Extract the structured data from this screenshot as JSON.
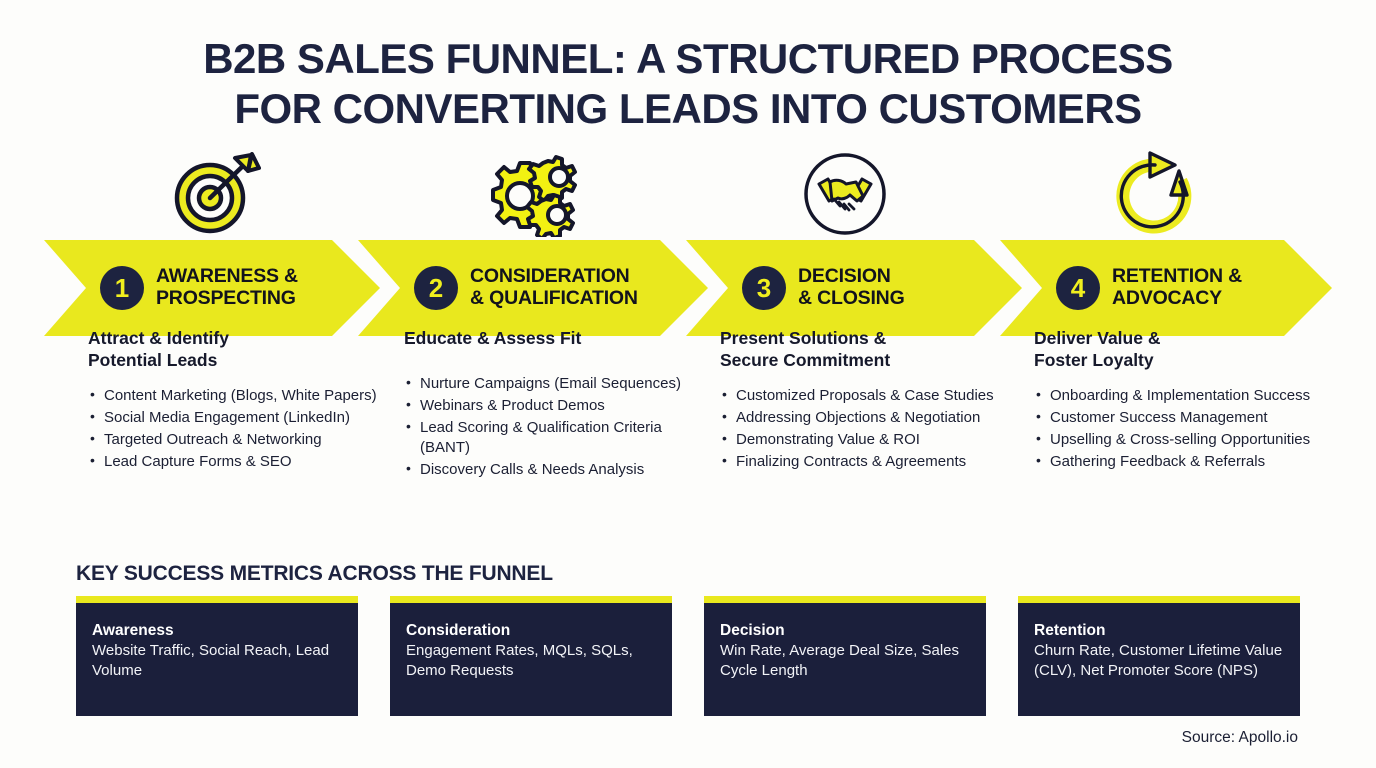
{
  "title": {
    "line1": "B2B SALES FUNNEL: A STRUCTURED PROCESS",
    "line2": "FOR CONVERTING LEADS INTO CUSTOMERS"
  },
  "colors": {
    "yellow": "#E9E81E",
    "navy": "#1B1F3B",
    "title_navy": "#1D2340",
    "background": "#FDFDFB",
    "card_text": "#FFFFFF"
  },
  "stages": [
    {
      "number": "1",
      "title_line1": "AWARENESS &",
      "title_line2": "PROSPECTING",
      "icon": "target-arrow-icon",
      "heading_line1": "Attract & Identify",
      "heading_line2": "Potential Leads",
      "bullets": [
        "Content Marketing (Blogs, White Papers)",
        "Social Media Engagement (LinkedIn)",
        "Targeted Outreach & Networking",
        "Lead Capture Forms & SEO"
      ]
    },
    {
      "number": "2",
      "title_line1": "CONSIDERATION",
      "title_line2": "& QUALIFICATION",
      "icon": "gears-icon",
      "heading_line1": "Educate & Assess Fit",
      "heading_line2": "",
      "bullets": [
        "Nurture Campaigns (Email Sequences)",
        "Webinars & Product Demos",
        "Lead Scoring & Qualification Criteria (BANT)",
        "Discovery Calls & Needs Analysis"
      ]
    },
    {
      "number": "3",
      "title_line1": "DECISION",
      "title_line2": "& CLOSING",
      "icon": "handshake-icon",
      "heading_line1": "Present Solutions &",
      "heading_line2": "Secure Commitment",
      "bullets": [
        "Customized Proposals & Case Studies",
        "Addressing Objections & Negotiation",
        "Demonstrating Value & ROI",
        "Finalizing Contracts & Agreements"
      ]
    },
    {
      "number": "4",
      "title_line1": "RETENTION &",
      "title_line2": "ADVOCACY",
      "icon": "refresh-loop-icon",
      "heading_line1": "Deliver Value &",
      "heading_line2": "Foster Loyalty",
      "bullets": [
        "Onboarding & Implementation Success",
        "Customer Success Management",
        "Upselling & Cross-selling Opportunities",
        "Gathering Feedback & Referrals"
      ]
    }
  ],
  "metrics": {
    "section_title": "KEY SUCCESS METRICS ACROSS THE FUNNEL",
    "cards": [
      {
        "name": "Awareness",
        "value": "Website Traffic, Social Reach, Lead Volume"
      },
      {
        "name": "Consideration",
        "value": "Engagement Rates, MQLs, SQLs, Demo Requests"
      },
      {
        "name": "Decision",
        "value": "Win Rate, Average Deal Size, Sales Cycle Length"
      },
      {
        "name": "Retention",
        "value": "Churn Rate, Customer Lifetime Value (CLV), Net Promoter Score (NPS)"
      }
    ]
  },
  "source": "Source: Apollo.io"
}
